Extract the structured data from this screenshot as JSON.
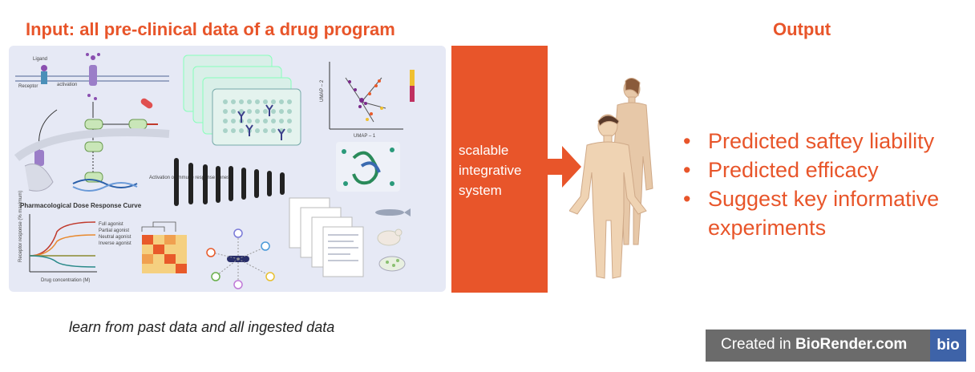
{
  "input_title": "Input: all pre-clinical data of a drug program",
  "output_title": "Output",
  "system_label": "scalable integrative system",
  "outputs": [
    "Predicted saftey liability",
    "Predicted efficacy",
    "Suggest key informative experiments"
  ],
  "caption": "learn from past data and all ingested data",
  "watermark": {
    "prefix": "Created in ",
    "brand": "BioRender.com",
    "logo": "bio"
  },
  "panel": {
    "pathway": {
      "ligand": "Ligand",
      "receptor": "Receptor",
      "activation": "activation",
      "gene_note": "Activation of immune response genes"
    },
    "dose_response": {
      "title": "Pharmacological Dose Response Curve",
      "ylabel": "Receptor response (% maximum)",
      "xlabel": "Drug concentration (M)",
      "legend": [
        "Full agonist",
        "Partial agonist",
        "Neutral agonist",
        "Inverse agonist"
      ]
    },
    "umap": {
      "xlabel": "UMAP – 1",
      "ylabel": "UMAP – 2"
    }
  },
  "colors": {
    "accent": "#e8552a",
    "panel": "#e6e9f5",
    "badge": "#6b6b6b",
    "badge_logo": "#3e63a8"
  }
}
